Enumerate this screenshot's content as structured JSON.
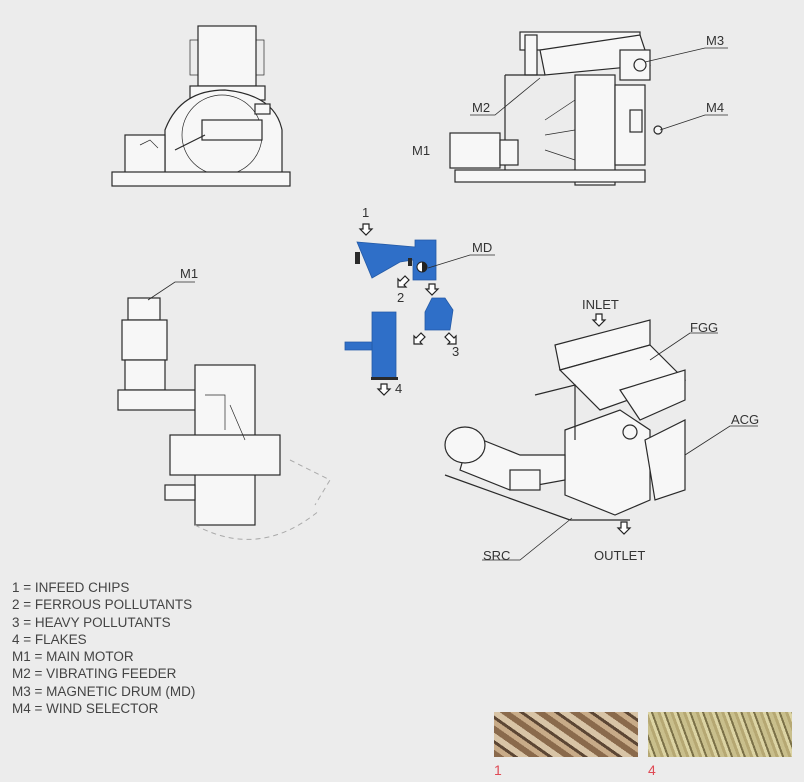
{
  "labels": {
    "m3": "M3",
    "m2": "M2",
    "m4": "M4",
    "m1_side": "M1",
    "m1_top": "M1",
    "md": "MD",
    "flow1": "1",
    "flow2": "2",
    "flow3": "3",
    "flow4": "4",
    "inlet": "INLET",
    "fgg": "FGG",
    "acg": "ACG",
    "src": "SRC",
    "outlet": "OUTLET"
  },
  "legend": [
    "1 = INFEED CHIPS",
    "2 = FERROUS POLLUTANTS",
    "3 = HEAVY POLLUTANTS",
    "4 = FLAKES",
    "M1 = MAIN MOTOR",
    "M2 = VIBRATING FEEDER",
    "M3 = MAGNETIC DRUM (MD)",
    "M4 = WIND SELECTOR"
  ],
  "photos": [
    {
      "caption": "1"
    },
    {
      "caption": "4"
    }
  ],
  "colors": {
    "background": "#ececec",
    "flow_blue": "#2f6fc8",
    "caption_red": "#e04a55"
  }
}
